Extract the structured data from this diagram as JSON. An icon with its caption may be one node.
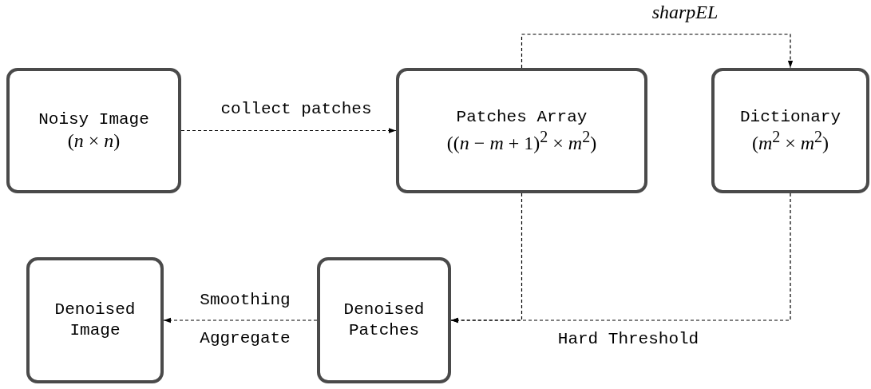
{
  "diagram": {
    "nodes": [
      {
        "text": [
          "Noisy Image",
          "(*n* × *n*)"
        ]
      },
      {
        "text": [
          "Patches Array",
          "((*n* − *m* + 1)$^{2}$ × *m*$^{2}$)"
        ]
      },
      {
        "text": [
          "Dictionary",
          "(*m*$^{2}$ × *m*$^{2}$)"
        ]
      },
      {
        "text": [
          "Denoised Image"
        ]
      },
      {
        "text": [
          "Denoised Patches"
        ]
      }
    ],
    "edges": [
      {
        "from": 0,
        "to": 1,
        "arrow": "to",
        "label": "collect patches",
        "style": "dashed"
      },
      {
        "from": 1,
        "to": 2,
        "arrow": "to",
        "label": "sharpEL",
        "style": "dashed"
      },
      {
        "from": 1,
        "to": 4,
        "arrow": "to",
        "style": "dashed"
      },
      {
        "from": 2,
        "to": 4,
        "arrow": "to",
        "label": "Hard Threshold",
        "style": "dashed"
      },
      {
        "from": 4,
        "to": 3,
        "arrow": "to",
        "label": "Smoothing",
        "style": "dashed"
      }
    ],
    "labels": [
      "Aggregate"
    ]
  }
}
